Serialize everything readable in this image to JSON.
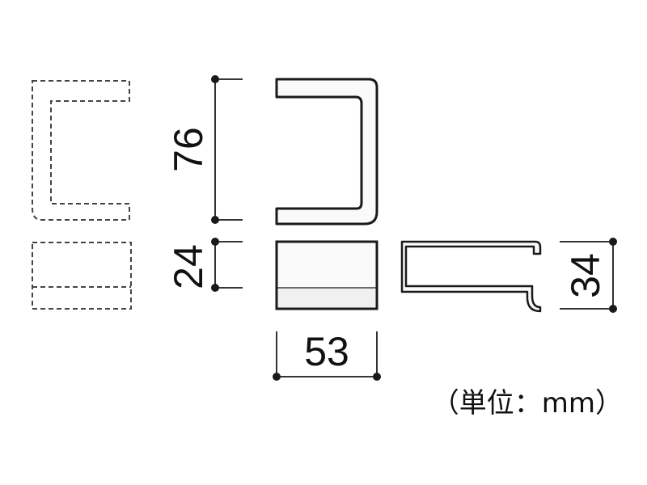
{
  "dimensions": {
    "height_top": "76",
    "height_bottom": "24",
    "width": "53",
    "depth": "34"
  },
  "unit_label": "（単位：mm）",
  "colors": {
    "line": "#1a1a1a",
    "dashed": "#444444",
    "fill_light": "#f2f2f2"
  }
}
